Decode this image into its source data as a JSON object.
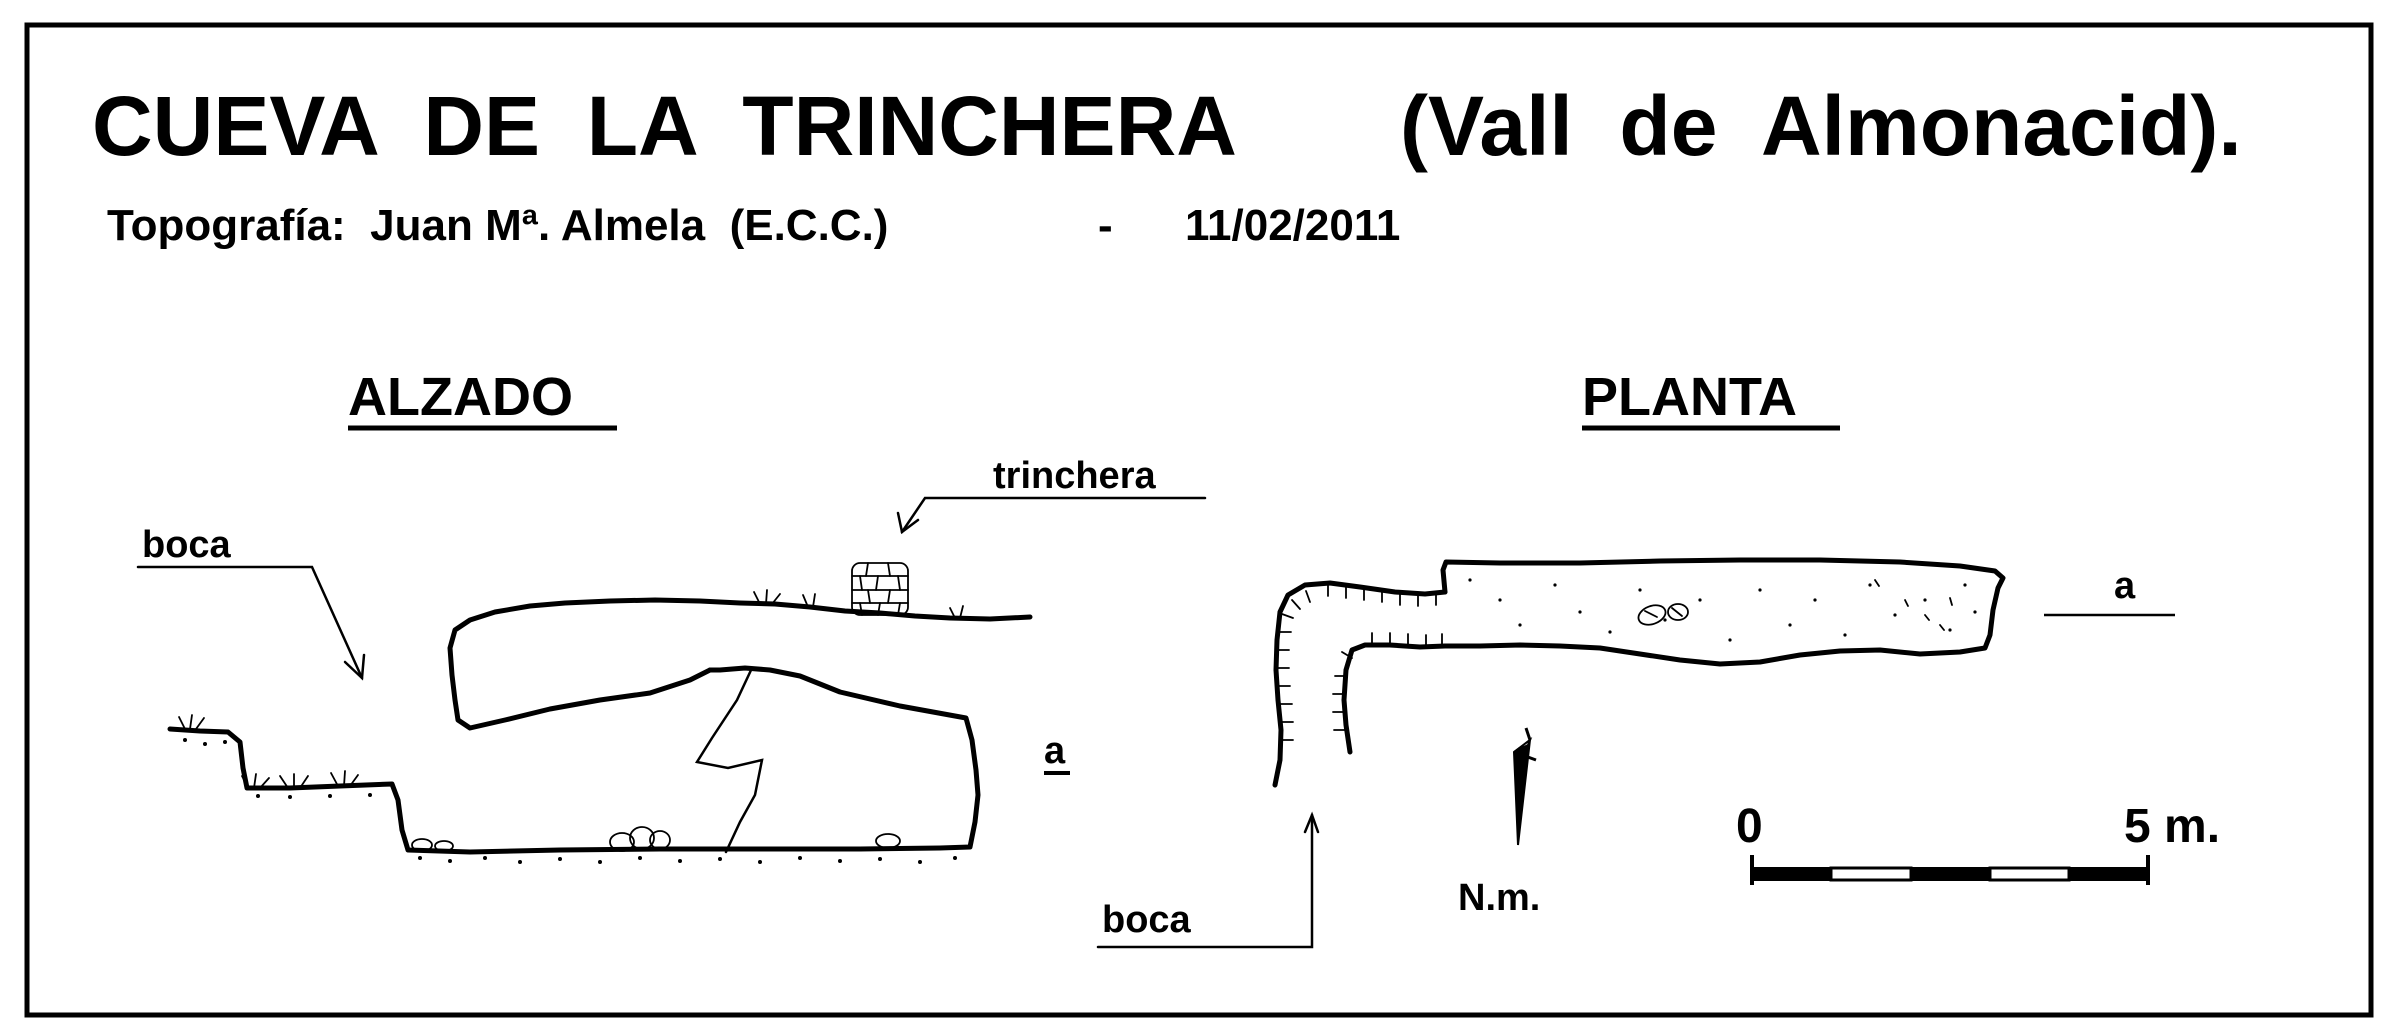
{
  "title": {
    "cave_name": "CUEVA  DE  LA  TRINCHERA",
    "location": "(Vall  de  Almonacid)."
  },
  "credits": {
    "topography": "Topografía:  Juan Mª. Almela  (E.C.C.)",
    "separator": "-",
    "date": "11/02/2011"
  },
  "elevation": {
    "heading": "ALZADO",
    "boca_label": "boca",
    "trinchera_label": "trinchera",
    "section_label": "a"
  },
  "plan": {
    "heading": "PLANTA",
    "section_label": "a",
    "boca_label": "boca",
    "north_label": "N.m."
  },
  "scale_bar": {
    "start_label": "0",
    "end_label": "5 m.",
    "length_m": 5,
    "segments": 5
  }
}
